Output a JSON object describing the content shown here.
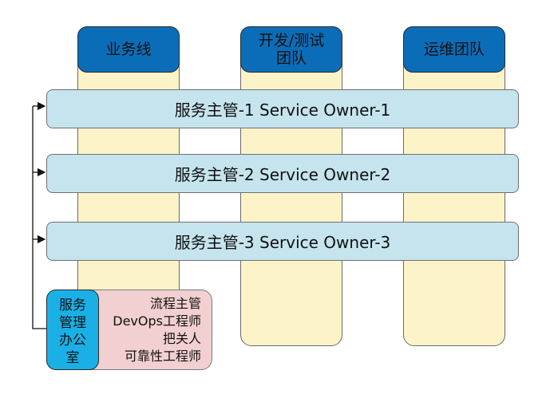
{
  "columns": [
    {
      "header": "业务线"
    },
    {
      "header_lines": [
        "开发/测试",
        "团队"
      ]
    },
    {
      "header": "运维团队"
    }
  ],
  "owners": [
    {
      "label": "服务主管-1 Service Owner-1"
    },
    {
      "label": "服务主管-2 Service Owner-2"
    },
    {
      "label": "服务主管-3 Service Owner-3"
    }
  ],
  "office": {
    "lines": [
      "服务",
      "管理",
      "办公",
      "室"
    ]
  },
  "roles": [
    "流程主管",
    "DevOps工程师",
    "把关人",
    "可靠性工程师"
  ],
  "colors": {
    "column_fill": "#fdf3c8",
    "header_fill": "#0b6db8",
    "owner_fill": "#c5e4ee",
    "office_fill": "#1ab0e6",
    "roles_fill": "#f2cfd0"
  }
}
